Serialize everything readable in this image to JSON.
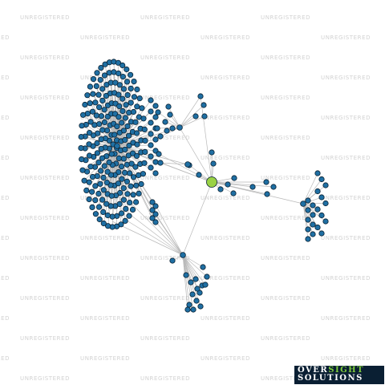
{
  "watermark": {
    "text": "UNREGISTERED"
  },
  "logo": {
    "word1": "OVER",
    "word2": "SIGHT",
    "word3": "SOLUTIONS"
  },
  "colors": {
    "background": "#ffffff",
    "node_fill": "#1f6fa3",
    "node_stroke": "#0b2233",
    "focus_node_fill": "#9ad245",
    "edge": "#b9b9b9",
    "watermark": "#d2d2d2",
    "logo_bg": "#0a1f33",
    "logo_accent": "#7ecb3c"
  },
  "graph": {
    "focus_node": "entity",
    "clusters": [
      {
        "name": "large-cluster",
        "node_count": 220
      },
      {
        "name": "upper-cluster",
        "node_count": 16
      },
      {
        "name": "right-cluster",
        "node_count": 22
      },
      {
        "name": "bottom-cluster",
        "node_count": 22
      }
    ]
  }
}
